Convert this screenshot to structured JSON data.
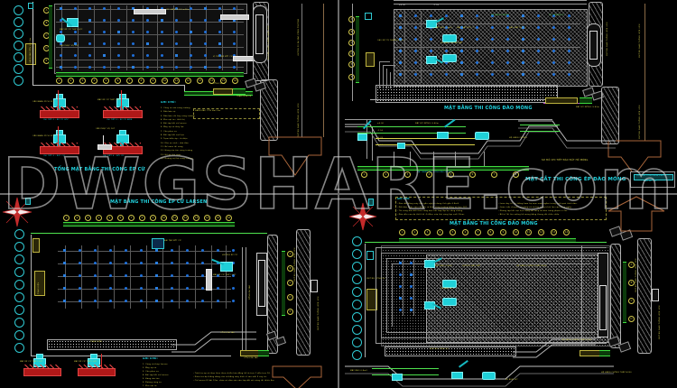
{
  "document": {
    "type": "AutoCAD construction drawing sheet",
    "watermark": "DWGSHARE.com",
    "background_color": "#000000",
    "panel_count": 4
  },
  "panels": [
    {
      "id": "panel-top-left",
      "title": "TỔNG MẶT BẰNG THI CÔNG ÉP CỪ",
      "legend_header": "GHI CHÚ:",
      "legend_items": [
        "1. Cổng ra vào công trường",
        "2. Nhà bảo vệ",
        "3. Nhà ban chỉ huy công trường",
        "4. Kho vật tư - thiết bị",
        "5. Bãi tập kết cừ Larsen",
        "6. Máy ép cừ thủy lực",
        "7. Cẩu phục vụ",
        "8. Bãi tập kết vật liệu",
        "9. Trạm biến áp - tủ điện",
        "10. Khu vệ sinh - nhà tắm",
        "11. Bể nước thi công",
        "12. Hàng rào tôn công trường",
        "13. Hố ga thu nước",
        "14. Đường nội bộ công trường"
      ],
      "detail_labels": [
        "CHI TIẾT 1 - ÉP CỪ GÓC",
        "CHI TIẾT 2 - ÉP CỪ BIÊN",
        "CHI TIẾT 3 - RÚT CỪ",
        "CHI TIẾT 4 - NỐI CỪ"
      ],
      "machine_notes": [
        "MÁY ÉP CỪ THỦY LỰC",
        "CẨU BÁNH XÍCH 25T",
        "CỪ LARSEN IV L=12m",
        "CẨU PHỤC VỤ 16T"
      ],
      "road_labels": [
        "ĐƯỜNG GIAO THÔNG HIỆN HỮU",
        "HƯỚNG XE RA VÀO CÔNG TRƯỜNG"
      ],
      "note_callouts": [
        "VỊ TRÍ TẬP KẾT CỪ",
        "TRẠM RỬA XE",
        "CỔNG SỐ 1",
        "HÀNG RÀO TÔN H=2.5m"
      ],
      "grid_labels_bottom": [
        "1",
        "2",
        "3",
        "4",
        "5",
        "6",
        "7",
        "8",
        "9",
        "10",
        "11",
        "12",
        "13",
        "14",
        "15",
        "16"
      ],
      "grid_labels_left": [
        "A",
        "B",
        "C",
        "D",
        "E",
        "F"
      ]
    },
    {
      "id": "panel-top-right",
      "title_plan": "MẶT BẰNG THI CÔNG ĐÀO MÓNG",
      "title_section": "MẶT CẮT THI CÔNG ÉP ĐÀO MÓNG",
      "section_note": "SƠ ĐỒ CHI TIẾT ĐÀO ĐẤT HỐ MÓNG",
      "callouts": [
        "MÁY ĐÀO 0.8m3",
        "XE VẬN CHUYỂN ĐẤT",
        "ĐÀO ĐẤT ĐỢT 1",
        "ĐÀO ĐẤT ĐỢT 2",
        "HỆ VĂNG CHỐNG",
        "CỪ LARSEN IV",
        "ĐÁY HỐ MÓNG -5.40m",
        "CAO ĐỘ TỰ NHIÊN ±0.00"
      ],
      "level_marks": [
        "±0.00",
        "-1.50",
        "-3.20",
        "-4.50",
        "-5.40"
      ],
      "grid_labels_left": [
        "A",
        "B",
        "C",
        "D",
        "E",
        "F"
      ],
      "grid_labels_bottom": [
        "1",
        "2",
        "3",
        "4",
        "5",
        "6",
        "7",
        "8"
      ],
      "title_block": {
        "line1": "TRƯỜNG TỔNG BÌNH PHƯỚC",
        "line2": "BẢN VẼ - 05"
      },
      "road_label": "ĐƯỜNG GIAO THÔNG HIỆN HỮU"
    },
    {
      "id": "panel-bottom-left",
      "title": "MẶT BẰNG THI CÔNG ÉP CỪ LARSEN",
      "legend_header": "GHI CHÚ:",
      "legend_items": [
        "1. Công cừ thép Larsen",
        "2. Máy ép cừ",
        "3. Cẩu phục vụ",
        "4. Bãi tập kết cừ Larsen",
        "5. Hàng rào tôn",
        "6. Đường công vụ",
        "7. Kho vật tư"
      ],
      "notes": [
        "- Trình tự ép cừ thực hiện theo chiều kim đồng hồ từ trục 1 đến trục 16.",
        "- Kiểm tra độ thẳng đứng của cừ bằng máy kinh vĩ sau mỗi 5 cây cừ.",
        "- Cừ Larsen IV dài 12m, chân cừ cắm sâu vào lớp đất sét cứng tối thiểu 4m."
      ],
      "callouts": [
        "MÁY ÉP CỪ THỦY LỰC",
        "BÃI TẬP KẾT CỪ",
        "HƯỚNG ÉP CỪ",
        "TRẠM ĐIỆN",
        "CỔNG RA VÀO"
      ],
      "grid_labels_top": [
        "1",
        "2",
        "3",
        "4",
        "5",
        "6",
        "7",
        "8",
        "9",
        "10",
        "11",
        "12",
        "13",
        "14",
        "15",
        "16"
      ],
      "grid_labels_right": [
        "A",
        "B",
        "C",
        "D",
        "E",
        "F"
      ],
      "road_label": "ĐƯỜNG GIAO THÔNG HIỆN HỮU"
    },
    {
      "id": "panel-bottom-right",
      "title": "MẶT BẰNG THI CÔNG ĐÀO MÓNG",
      "note_header": "GHI CHÚ:",
      "note_left": [
        "- Đào đất bằng máy đào gầu nghịch dung tích gầu 0.8m3.",
        "- Đất đào được vận chuyển ra khỏi công trường bằng xe ben 10T.",
        "- Thi công đào đất theo từng đợt, kết hợp lắp hệ văng chống.",
        "- Đào đến cao độ thiết kế -5.40m, sửa thủ công lớp cuối 20cm."
      ],
      "note_right": [
        "- Luôn duy trì hệ thống bơm hạ mực nước ngầm trong suốt quá trình đào.",
        "- Quan trắc chuyển vị tường cừ và lún công trình lân cận hàng ngày.",
        "- Không tập kết vật liệu nặng sát mép hố đào trong phạm vi 2m.",
        "- Bố trí lối lên xuống hố móng bằng thang sắt chắc chắn."
      ],
      "callouts": [
        "MÁY ĐÀO 0.8m3",
        "XE BEN 10T",
        "HƯỚNG ĐÀO ĐẤT",
        "ĐƯỜNG CÔNG VỤ",
        "HỆ VĂNG CHỐNG THÉP H350"
      ],
      "grid_labels_top": [
        "1",
        "2",
        "3",
        "4",
        "5",
        "6",
        "7",
        "8",
        "9",
        "10",
        "11",
        "12",
        "13",
        "14"
      ],
      "grid_labels_right": [
        "A",
        "B",
        "C",
        "D",
        "E"
      ],
      "road_label": "ĐƯỜNG GIAO THÔNG HIỆN HỮU"
    }
  ],
  "colors": {
    "pile_blue": "#1e6fd9",
    "machine_cyan": "#1fd0d8",
    "text_yellow": "#d9d34b",
    "text_cyan": "#22d3e0",
    "text_green": "#57e057",
    "detail_red": "#b01818",
    "compass_red": "#c42a2a",
    "arrow_orange": "#a8653a",
    "grid_gray": "#5a5a5a"
  }
}
